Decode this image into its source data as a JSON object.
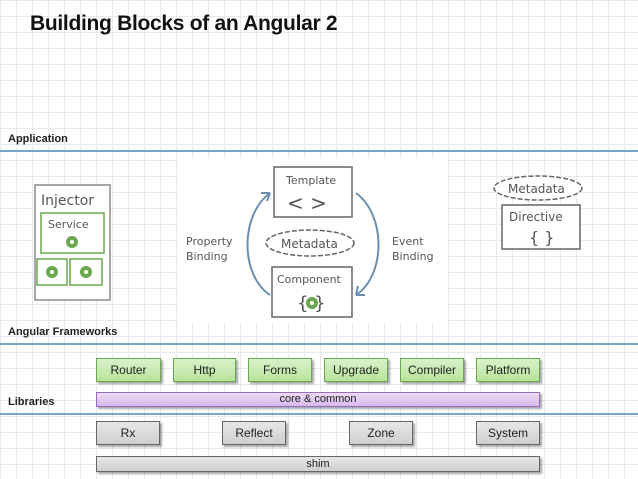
{
  "title": "Building Blocks of an Angular 2",
  "sections": {
    "application": "Application",
    "angular_frameworks": "Angular Frameworks",
    "libraries": "Libraries"
  },
  "diagram": {
    "injector": "Injector",
    "service": "Service",
    "template": "Template",
    "template_symbol": "< >",
    "metadata_center": "Metadata",
    "component": "Component",
    "component_symbol": "{ }",
    "property_binding": [
      "Property",
      "Binding"
    ],
    "event_binding": [
      "Event",
      "Binding"
    ],
    "metadata_right": "Metadata",
    "directive": "Directive",
    "directive_symbol": "{ }"
  },
  "frameworks": [
    "Router",
    "Http",
    "Forms",
    "Upgrade",
    "Compiler",
    "Platform"
  ],
  "core": "core & common",
  "libraries": [
    "Rx",
    "Reflect",
    "Zone",
    "System"
  ],
  "shim": "shim",
  "colors": {
    "green": "#b8e39b",
    "violet": "#d8b9ee",
    "gray": "#cfcfcf",
    "line": "#7aa7c9"
  }
}
